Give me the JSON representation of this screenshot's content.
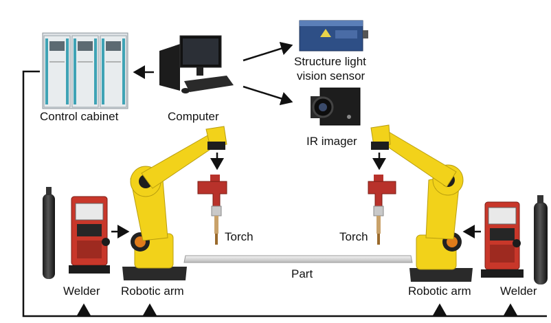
{
  "labels": {
    "control_cabinet": "Control cabinet",
    "computer": "Computer",
    "sensor_line1": "Structure light",
    "sensor_line2": "vision sensor",
    "ir_imager": "IR imager",
    "torch_left": "Torch",
    "torch_right": "Torch",
    "part": "Part",
    "welder_left": "Welder",
    "robotic_arm_left": "Robotic arm",
    "robotic_arm_right": "Robotic arm",
    "welder_right": "Welder"
  },
  "colors": {
    "robot_yellow": "#f2d21a",
    "robot_dark": "#222222",
    "welder_red": "#c8372a",
    "cabinet_teal": "#3fa3b5",
    "sensor_blue": "#2e4f86",
    "torch_red": "#b8322b",
    "line": "#111111"
  }
}
